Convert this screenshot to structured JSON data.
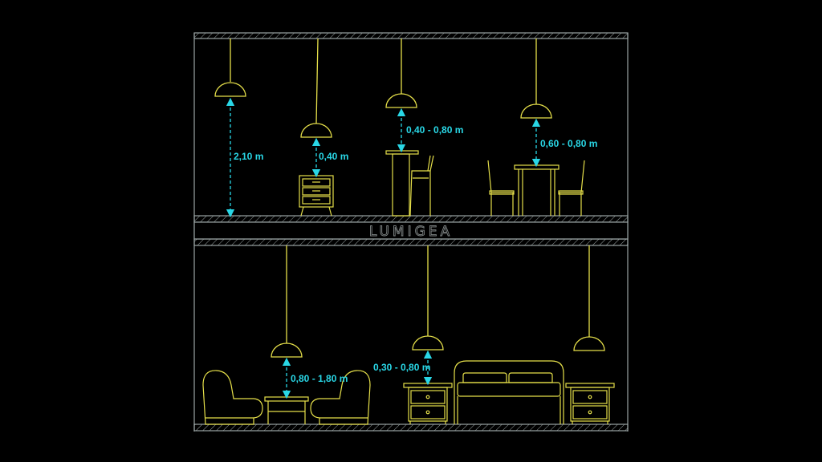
{
  "brand": {
    "logo_text": "LUMIGEA"
  },
  "colors": {
    "background": "#000000",
    "structure": "#9aa3a3",
    "furniture": "#e6e04a",
    "dimension": "#29d7e6",
    "logo": "#7f8585"
  },
  "dimensions": {
    "upper_living_height": "2,10 m",
    "upper_nightstand_height": "0,40 m",
    "upper_bar_height": "0,40 - 0,80 m",
    "upper_dining_height": "0,60 - 0,80 m",
    "lower_lounge_height": "0,80 - 1,80 m",
    "lower_bedside_height": "0,30 - 0,80 m"
  }
}
